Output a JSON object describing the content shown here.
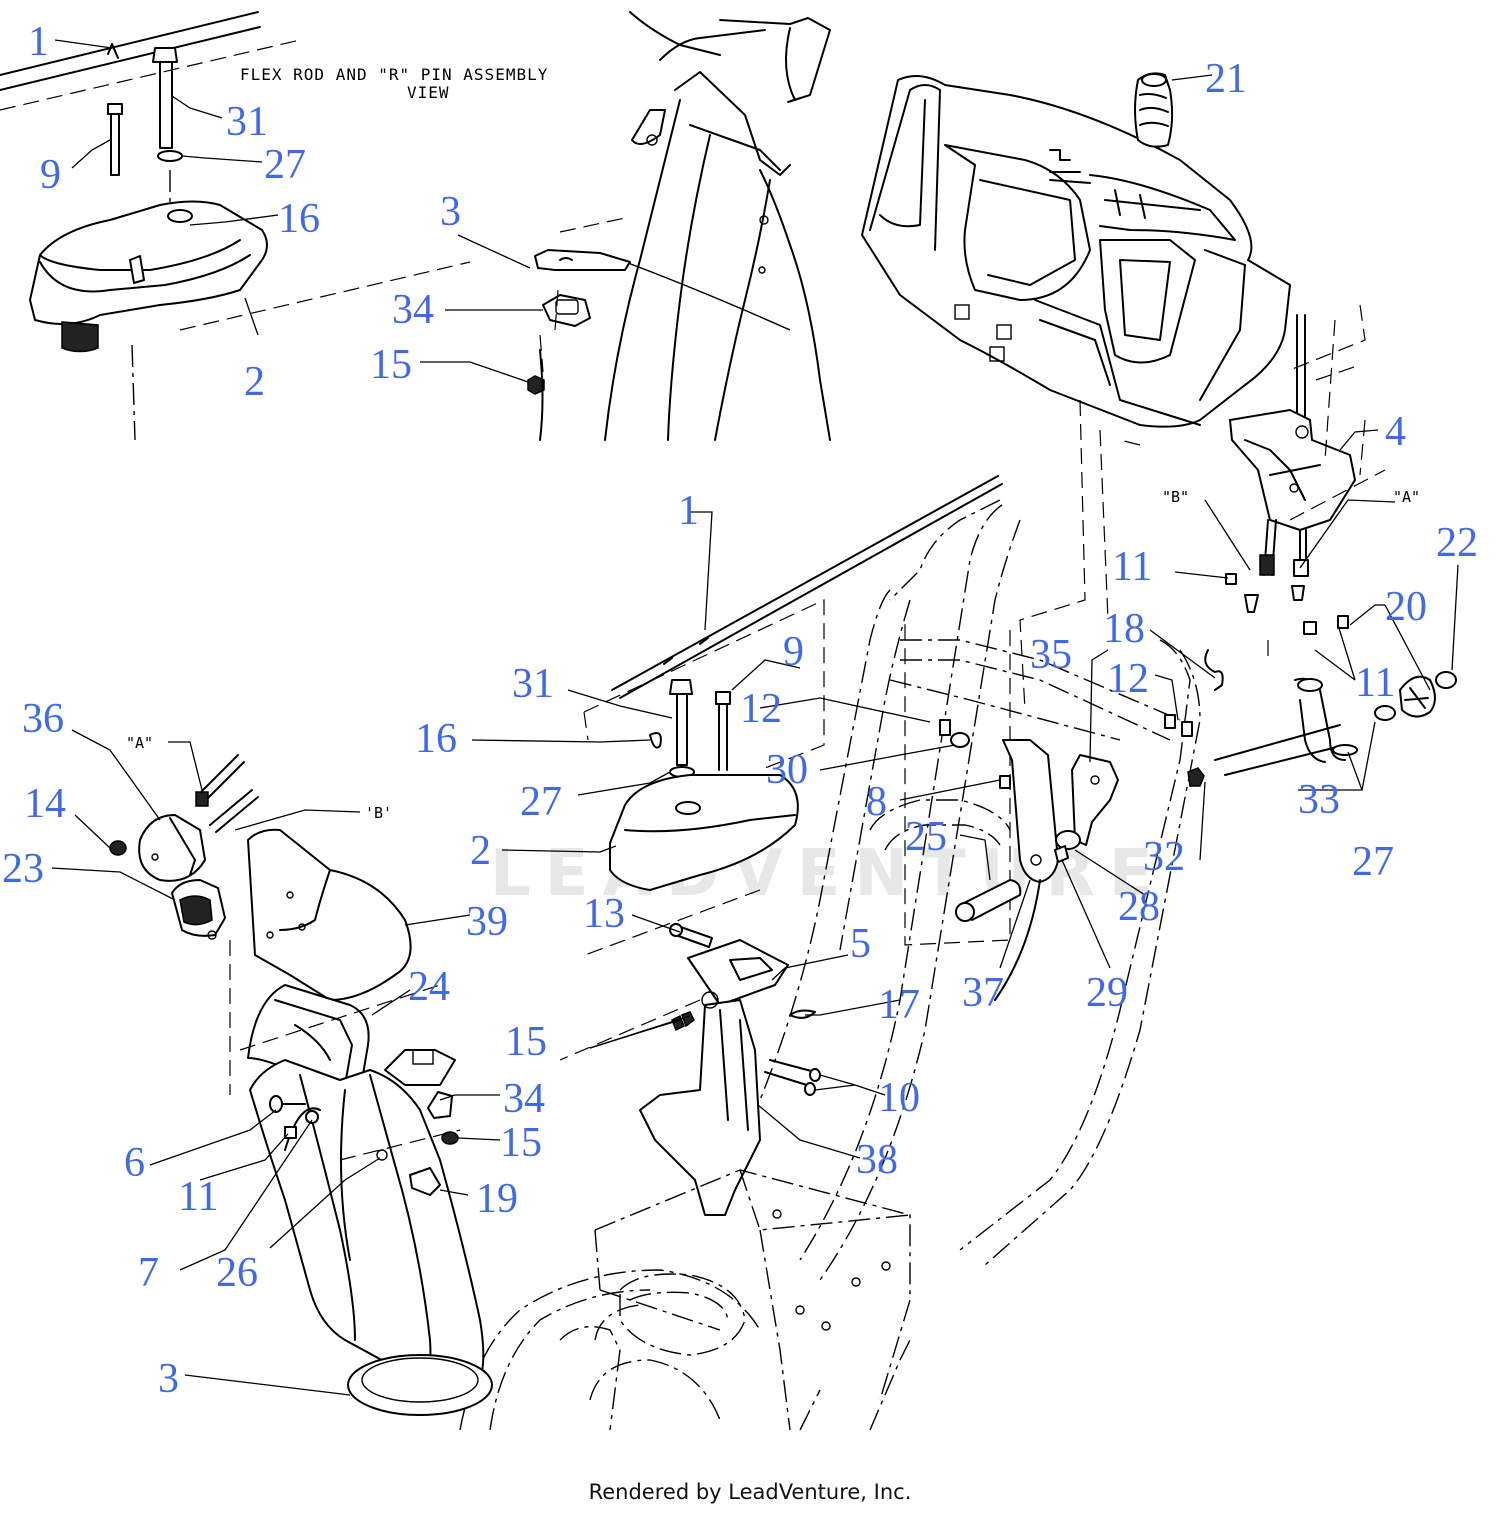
{
  "inset": {
    "title_line1": "FLEX ROD AND \"R\" PIN ASSEMBLY",
    "title_line2": "VIEW"
  },
  "callouts": {
    "c1a": "1",
    "c31a": "31",
    "c9a": "9",
    "c27a": "27",
    "c16a": "16",
    "c2a": "2",
    "c3a": "3",
    "c34a": "34",
    "c15a": "15",
    "c21": "21",
    "c4": "4",
    "c22": "22",
    "c20": "20",
    "c11a": "11",
    "c11b": "11",
    "c18": "18",
    "c35": "35",
    "c12a": "12",
    "c33": "33",
    "c27c": "27",
    "c32": "32",
    "c28": "28",
    "c29": "29",
    "c37": "37",
    "c25": "25",
    "c8": "8",
    "c30": "30",
    "c12b": "12",
    "c9b": "9",
    "c1b": "1",
    "c31b": "31",
    "c16b": "16",
    "c27b": "27",
    "c2b": "2",
    "c13": "13",
    "c5": "5",
    "c17": "17",
    "c15b": "15",
    "c10": "10",
    "c38": "38",
    "c36": "36",
    "c14": "14",
    "c23": "23",
    "c39": "39",
    "c24": "24",
    "c34b": "34",
    "c15c": "15",
    "c6": "6",
    "c11c": "11",
    "c19": "19",
    "c7": "7",
    "c26": "26",
    "c3b": "3"
  },
  "cable_tags": {
    "b_top": "\"B\"",
    "a_top": "\"A\"",
    "a_left": "\"A\"",
    "b_left": "'B'"
  },
  "watermark": "LEADVENTURE",
  "footer": "Rendered by LeadVenture, Inc.",
  "colors": {
    "callout": "#4169e1",
    "line": "#000000",
    "watermark": "#e7e7e7"
  }
}
